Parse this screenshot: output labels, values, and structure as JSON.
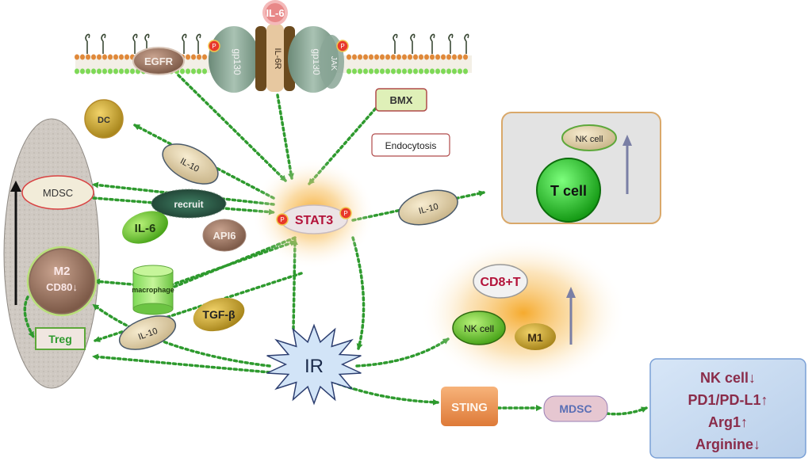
{
  "membrane": {
    "il6": "IL-6",
    "il6r": "IL-6R",
    "gp130_left": "gp130",
    "gp130_right": "gp130",
    "jak": "JAK",
    "egfr": "EGFR",
    "p": "P"
  },
  "nodes": {
    "bmx": "BMX",
    "dc": "DC",
    "endocytosis": "Endocytosis",
    "il10_top": "IL-10",
    "mdsc_left": "MDSC",
    "recruit": "recruit",
    "il6": "IL-6",
    "api6": "API6",
    "stat3": "STAT3",
    "il10_right": "IL-10",
    "m2": "M2",
    "cd80": "CD80↓",
    "macrophage": "macrophage",
    "tgfb": "TGF-β",
    "il10_bottom": "IL-10",
    "treg": "Treg",
    "ir": "IR",
    "sting": "STING",
    "mdsc_bottom": "MDSC"
  },
  "boxes": {
    "tcell_box": {
      "nk": "NK cell",
      "t": "T cell"
    },
    "cd8_group": {
      "cd8": "CD8+T",
      "nk": "NK cell",
      "m1": "M1"
    },
    "result_box": [
      "NK cell↓",
      "PD1/PD-L1↑",
      "Arg1↑",
      "Arginine↓"
    ]
  },
  "colors": {
    "arrow": "#2e9a2e",
    "stat3_glow": "#f5a623",
    "mdsc_result_text": "#8a2c4a"
  }
}
